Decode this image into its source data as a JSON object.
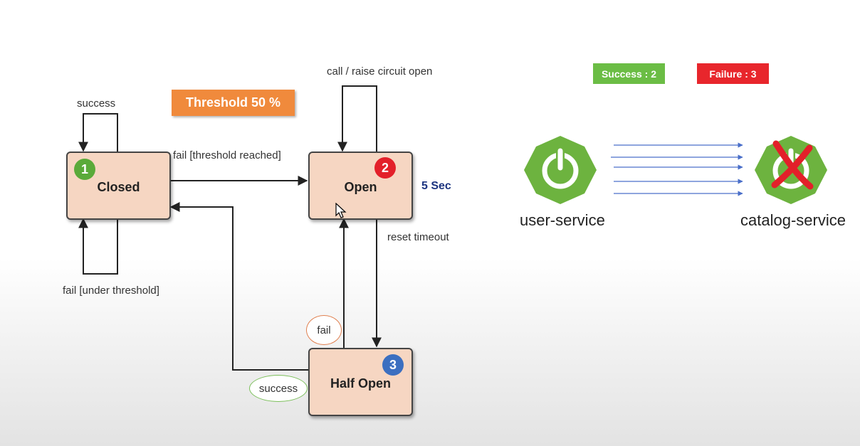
{
  "threshold_badge": {
    "label": "Threshold 50 %",
    "color": "#f08a3c"
  },
  "counters": {
    "success": {
      "label": "Success : 2",
      "color": "#6bbd45"
    },
    "failure": {
      "label": "Failure : 3",
      "color": "#e8262c"
    }
  },
  "states": {
    "closed": {
      "label": "Closed",
      "number": "1",
      "number_color": "#5aaa3a"
    },
    "open": {
      "label": "Open",
      "number": "2",
      "number_color": "#e3202a"
    },
    "half_open": {
      "label": "Half Open",
      "number": "3",
      "number_color": "#3c6fc0"
    }
  },
  "transitions": {
    "closed_success": "success",
    "closed_fail_under": "fail [under threshold]",
    "closed_to_open": "fail [threshold reached]",
    "open_self": "call / raise circuit open",
    "open_timer": "5 Sec",
    "open_to_half": "reset timeout",
    "half_fail": "fail",
    "half_success": "success"
  },
  "services": {
    "caller": {
      "label": "user-service",
      "icon": "power-icon",
      "status": "up"
    },
    "callee": {
      "label": "catalog-service",
      "icon": "power-icon",
      "status": "down"
    }
  },
  "colors": {
    "spring_green": "#6db33f",
    "request_arrow": "#4a6fc9",
    "down_mark": "#e3202a"
  }
}
